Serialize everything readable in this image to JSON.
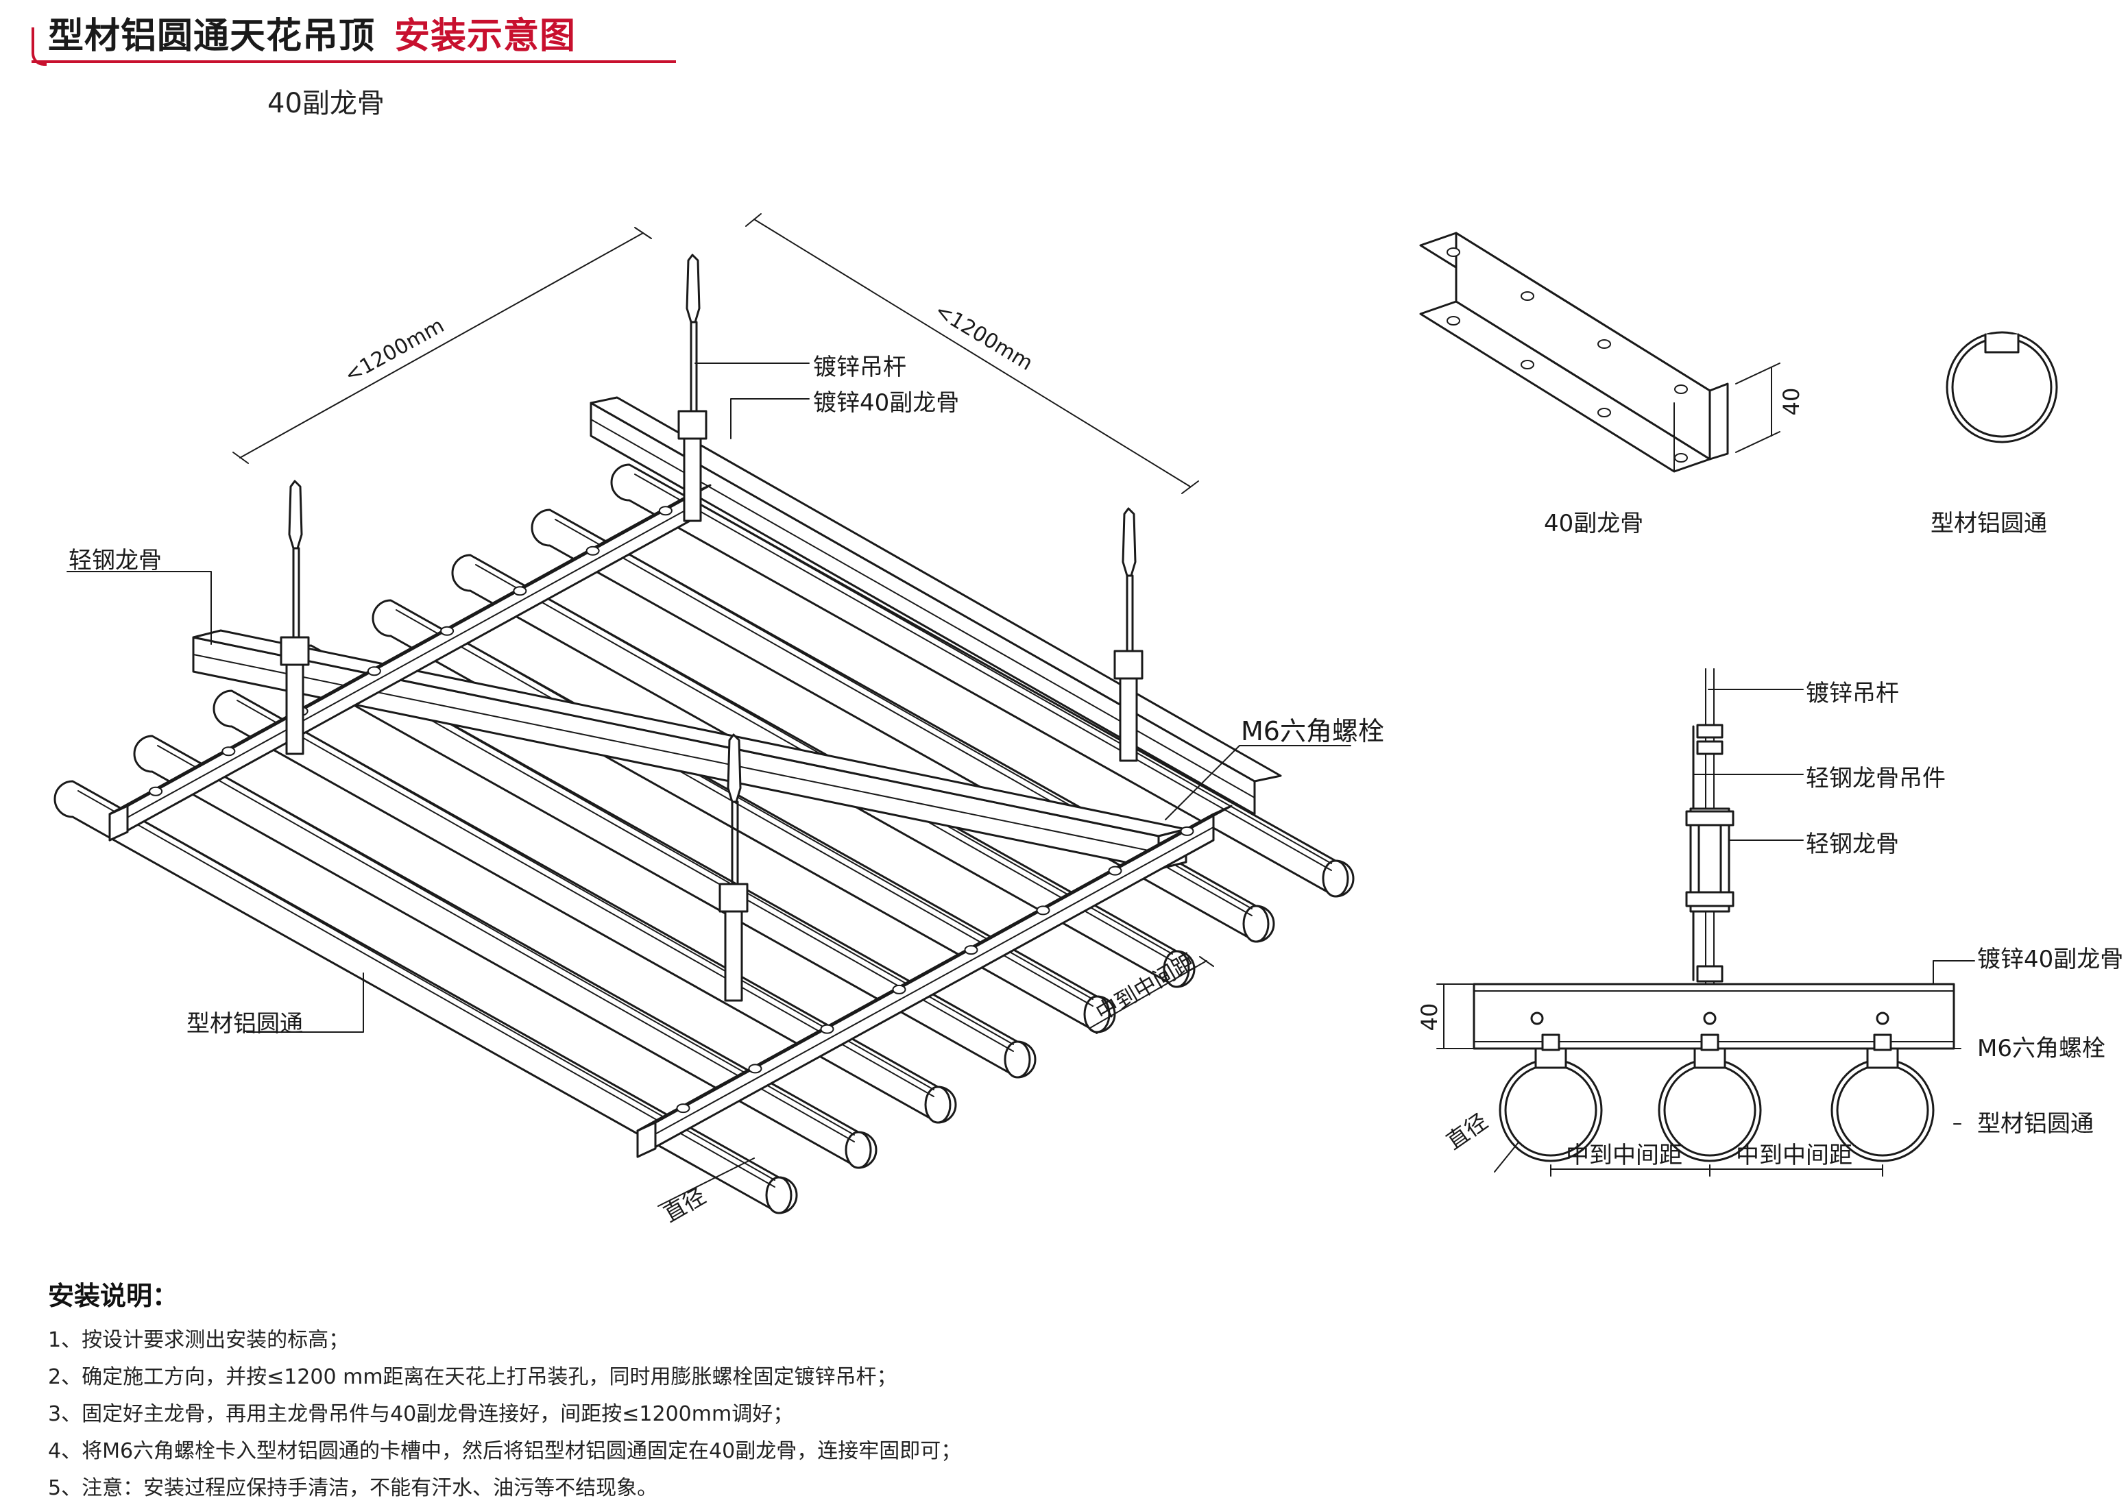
{
  "header": {
    "title_main": "型材铝圆通天花吊顶",
    "title_accent": "安装示意图",
    "subtitle": "40副龙骨"
  },
  "iso_labels": {
    "dim_left": "<1200mm",
    "dim_right": "<1200mm",
    "hanger_rod": "镀锌吊杆",
    "sub_keel": "镀锌40副龙骨",
    "light_keel": "轻钢龙骨",
    "bolt": "M6六角螺栓",
    "round_tube": "型材铝圆通",
    "center_dist": "中到中间距",
    "diameter": "直径"
  },
  "detail_labels": {
    "keel_part": "40副龙骨",
    "keel_dim": "40",
    "tube_part": "型材铝圆通"
  },
  "section_labels": {
    "hanger_rod": "镀锌吊杆",
    "keel_hanger": "轻钢龙骨吊件",
    "light_keel": "轻钢龙骨",
    "sub_keel": "镀锌40副龙骨",
    "bolt": "M6六角螺栓",
    "round_tube": "型材铝圆通",
    "height_dim": "40",
    "diameter": "直径",
    "center_dist_1": "中到中间距",
    "center_dist_2": "中到中间距"
  },
  "notes": {
    "heading": "安装说明：",
    "items": [
      "1、按设计要求测出安装的标高；",
      "2、确定施工方向，并按≤1200 mm距离在天花上打吊装孔，同时用膨胀螺栓固定镀锌吊杆；",
      "3、固定好主龙骨，再用主龙骨吊件与40副龙骨连接好，间距按≤1200mm调好；",
      "4、将M6六角螺栓卡入型材铝圆通的卡槽中，然后将铝型材铝圆通固定在40副龙骨，连接牢固即可；",
      "5、注意：安装过程应保持手清洁，不能有汗水、油污等不结现象。"
    ]
  },
  "colors": {
    "accent": "#c8102e",
    "line": "#1a1a1a"
  }
}
